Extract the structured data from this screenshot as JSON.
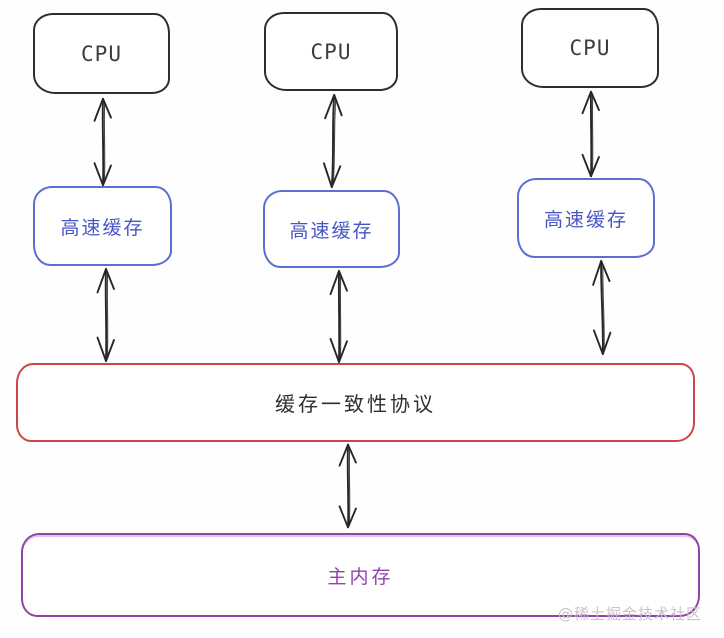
{
  "diagram": {
    "cpus": [
      {
        "label": "CPU"
      },
      {
        "label": "CPU"
      },
      {
        "label": "CPU"
      }
    ],
    "caches": [
      {
        "label": "高速缓存"
      },
      {
        "label": "高速缓存"
      },
      {
        "label": "高速缓存"
      }
    ],
    "protocol_label": "缓存一致性协议",
    "memory_label": "主内存"
  },
  "watermark": "@稀土掘金技术社区",
  "colors": {
    "cpu_border": "#2e2e2e",
    "cpu_text": "#3d3d3d",
    "cache_border": "#5b6ed2",
    "cache_text": "#4656c4",
    "protocol_border": "#cc4646",
    "protocol_text": "#2f2f2f",
    "memory_border": "#9440ad",
    "memory_text": "#9440ad",
    "arrow": "#262626",
    "watermark_text": "#c6c6c6"
  }
}
